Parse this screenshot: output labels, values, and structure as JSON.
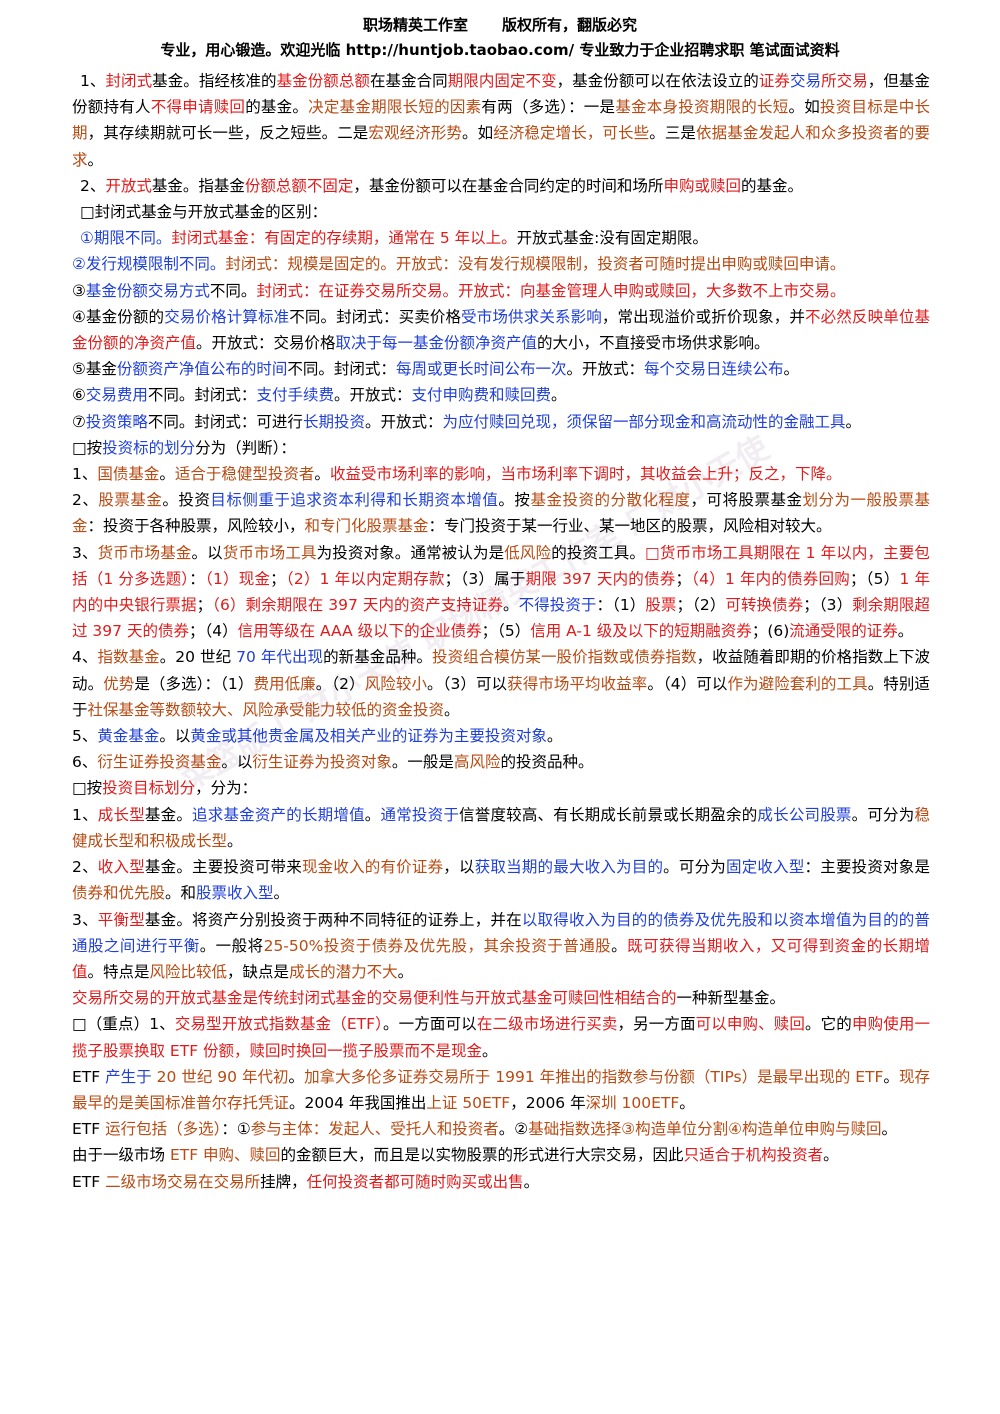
{
  "header": {
    "studio": "职场精英工作室",
    "copyright": "版权所有，翻版必究",
    "tagline": "专业，用心锻造。欢迎光临 http://huntjob.taobao.com/ 专业致力于企业招聘求职 笔试面试资料"
  },
  "watermark": "菜篮版 广财小天使 职场精英工作室 广财小天使",
  "paragraphs": [
    {
      "cls": "i1",
      "runs": [
        [
          "",
          "1、"
        ],
        [
          "r",
          "封闭式"
        ],
        [
          "",
          "基金。指经核准的"
        ],
        [
          "r",
          "基金份额总额"
        ],
        [
          "",
          "在基金合同"
        ],
        [
          "r",
          "期限内固定不变"
        ],
        [
          "",
          "，基金份额可以在依法设立的"
        ],
        [
          "r",
          "证券"
        ],
        [
          "b",
          "交易"
        ],
        [
          "r",
          "所交易"
        ],
        [
          "",
          "，但基金份额持有人"
        ],
        [
          "r",
          "不得申请赎回"
        ],
        [
          "",
          "的基金。"
        ],
        [
          "o",
          "决定基金期限长短的因素"
        ],
        [
          "",
          "有两（多选）：一是"
        ],
        [
          "o",
          "基金本身投资期限的长短"
        ],
        [
          "",
          "。如"
        ],
        [
          "o",
          "投资目标是中长期"
        ],
        [
          "",
          "，其存续期就可长一些，反之短些。二是"
        ],
        [
          "o",
          "宏观经济形势"
        ],
        [
          "",
          "。如"
        ],
        [
          "o",
          "经济稳定增长，可长些"
        ],
        [
          "",
          "。三是"
        ],
        [
          "o",
          "依据基金发起人和众多投资者的要求"
        ],
        [
          "",
          "。"
        ]
      ]
    },
    {
      "cls": "i1",
      "runs": [
        [
          "",
          "2、"
        ],
        [
          "r",
          "开放式"
        ],
        [
          "",
          "基金。指基金"
        ],
        [
          "r",
          "份额总额不固定"
        ],
        [
          "",
          "，基金份额可以在基金合同约定的时间和场所"
        ],
        [
          "r",
          "申购或赎回"
        ],
        [
          "",
          "的基金。"
        ]
      ]
    },
    {
      "cls": "i1",
      "runs": [
        [
          "",
          "□封闭式基金与开放式基金的区别："
        ]
      ]
    },
    {
      "cls": "i1",
      "runs": [
        [
          "b",
          "①期限不同。"
        ],
        [
          "r",
          "封闭式基金：有固定的存续期，通常在 5 年以上。"
        ],
        [
          "",
          "开放式基金:没有固定期限。"
        ]
      ]
    },
    {
      "cls": "",
      "runs": [
        [
          "b",
          "②发行规模限制不同。"
        ],
        [
          "o",
          "封闭式：规模是固定的。开放式：没有发行规模限制，投资者可随时提出申购或赎回申请。"
        ]
      ]
    },
    {
      "cls": "",
      "runs": [
        [
          "",
          "③"
        ],
        [
          "b",
          "基金份额交易方式"
        ],
        [
          "",
          "不同。"
        ],
        [
          "r",
          "封闭式：在证券交易所交易。开放式：向基金管理人申购或赎回，大多数不上市交易。"
        ]
      ]
    },
    {
      "cls": "",
      "runs": [
        [
          "",
          "④基金份额的"
        ],
        [
          "b",
          "交易价格计算标准"
        ],
        [
          "",
          "不同。封闭式：买卖价格"
        ],
        [
          "b",
          "受市场供求关系影响"
        ],
        [
          "",
          "，常出现溢价或折价现象，并"
        ],
        [
          "r",
          "不必然反映单位基金份额的净资产值"
        ],
        [
          "",
          "。开放式：交易价格"
        ],
        [
          "b",
          "取决于每一基金份额净资产值"
        ],
        [
          "",
          "的大小，不直接受市场供求影响。"
        ]
      ]
    },
    {
      "cls": "",
      "runs": [
        [
          "",
          "⑤基金"
        ],
        [
          "b",
          "份额资产净值公布的时间"
        ],
        [
          "",
          "不同。封闭式："
        ],
        [
          "b",
          "每周或更长时间公布一次"
        ],
        [
          "",
          "。开放式："
        ],
        [
          "b",
          "每个交易日连续公布"
        ],
        [
          "",
          "。"
        ]
      ]
    },
    {
      "cls": "",
      "runs": [
        [
          "",
          "⑥"
        ],
        [
          "b",
          "交易费用"
        ],
        [
          "",
          "不同。封闭式："
        ],
        [
          "b",
          "支付手续费"
        ],
        [
          "",
          "。开放式："
        ],
        [
          "b",
          "支付申购费和赎回费"
        ],
        [
          "",
          "。"
        ]
      ]
    },
    {
      "cls": "",
      "runs": [
        [
          "",
          "⑦"
        ],
        [
          "b",
          "投资策略"
        ],
        [
          "",
          "不同。封闭式：可进行"
        ],
        [
          "b",
          "长期投资"
        ],
        [
          "",
          "。开放式："
        ],
        [
          "b",
          "为应付赎回兑现，须保留一部分现金和高流动性的金融工具"
        ],
        [
          "",
          "。"
        ]
      ]
    },
    {
      "cls": "",
      "runs": [
        [
          "",
          "□按"
        ],
        [
          "b",
          "投资标的划分"
        ],
        [
          "",
          "分为（判断）："
        ]
      ]
    },
    {
      "cls": "",
      "runs": [
        [
          "",
          "1、"
        ],
        [
          "o",
          "国债基金"
        ],
        [
          "",
          "。"
        ],
        [
          "o",
          "适合于稳健型投资者"
        ],
        [
          "",
          "。"
        ],
        [
          "r",
          "收益受市场利率的影响，当市场利率下调时，其收益会上升；反之，下降。"
        ]
      ]
    },
    {
      "cls": "",
      "runs": [
        [
          "",
          "2、"
        ],
        [
          "o",
          "股票基金"
        ],
        [
          "",
          "。投资"
        ],
        [
          "b",
          "目标侧重于追求资本利得和长期资本增值"
        ],
        [
          "",
          "。按"
        ],
        [
          "o",
          "基金投资的分散化程度"
        ],
        [
          "",
          "，可将股票基金"
        ],
        [
          "o",
          "划分为一般股票基金"
        ],
        [
          "",
          "：投资于各种股票，风险较小，"
        ],
        [
          "o",
          "和专门化股票基金"
        ],
        [
          "",
          "：专门投资于某一行业、某一地区的股票，风险相对较大。"
        ]
      ]
    },
    {
      "cls": "",
      "runs": [
        [
          "",
          "3、"
        ],
        [
          "o",
          "货币市场基金"
        ],
        [
          "",
          "。以"
        ],
        [
          "o",
          "货币市场工具"
        ],
        [
          "",
          "为投资对象。通常被认为是"
        ],
        [
          "o",
          "低风险"
        ],
        [
          "",
          "的投资工具。"
        ],
        [
          "r",
          "□货币市场工具期限在 1 年以内，主要包括（1 分多选题）"
        ],
        [
          "",
          "："
        ],
        [
          "r",
          "（1）现金"
        ],
        [
          "",
          "；"
        ],
        [
          "r",
          "（2）1 年以内定期存款"
        ],
        [
          "",
          "；（3）属于"
        ],
        [
          "r",
          "期限 397 天内的债券"
        ],
        [
          "",
          "；"
        ],
        [
          "r",
          "（4）1 年内的债券回购"
        ],
        [
          "",
          "；（5）"
        ],
        [
          "r",
          "1 年内的中央银行票据"
        ],
        [
          "",
          "；"
        ],
        [
          "r",
          "（6）剩余期限在 397 天内的资产支持证券"
        ],
        [
          "",
          "。"
        ],
        [
          "b",
          "不得投资于"
        ],
        [
          "",
          "：（1）"
        ],
        [
          "r",
          "股票"
        ],
        [
          "",
          "；（2）"
        ],
        [
          "r",
          "可转换债券"
        ],
        [
          "",
          "；（3）"
        ],
        [
          "r",
          "剩余期限超过 397 天的债券"
        ],
        [
          "",
          "；（4）"
        ],
        [
          "r",
          "信用等级在 AAA 级以下的企业债券"
        ],
        [
          "",
          "；（5）"
        ],
        [
          "r",
          "信用 A-1 级及以下的短期融资券"
        ],
        [
          "",
          "；(6)"
        ],
        [
          "r",
          "流通受限的证券"
        ],
        [
          "",
          "。"
        ]
      ]
    },
    {
      "cls": "",
      "runs": [
        [
          "",
          "4、"
        ],
        [
          "o",
          "指数基金"
        ],
        [
          "",
          "。20 世纪 "
        ],
        [
          "b",
          "70 年代出现"
        ],
        [
          "",
          "的新基金品种。"
        ],
        [
          "o",
          "投资组合模仿某一股价指数或债券指数"
        ],
        [
          "",
          "，收益随着即期的价格指数上下波动。"
        ],
        [
          "o",
          "优势"
        ],
        [
          "",
          "是（多选）：（1）"
        ],
        [
          "o",
          "费用低廉"
        ],
        [
          "",
          "。（2）"
        ],
        [
          "o",
          "风险较小"
        ],
        [
          "",
          "。（3）可以"
        ],
        [
          "o",
          "获得市场平均收益率"
        ],
        [
          "",
          "。（4）可以"
        ],
        [
          "o",
          "作为避险套利的工具"
        ],
        [
          "",
          "。特别适于"
        ],
        [
          "o",
          "社保基金等数额较大、风险承受能力较低的资金投资"
        ],
        [
          "",
          "。"
        ]
      ]
    },
    {
      "cls": "",
      "runs": [
        [
          "",
          "5、"
        ],
        [
          "b",
          "黄金基金"
        ],
        [
          "",
          "。以"
        ],
        [
          "b",
          "黄金或其他贵金属及相关产业的证券为主要投资对象"
        ],
        [
          "",
          "。"
        ]
      ]
    },
    {
      "cls": "",
      "runs": [
        [
          "",
          "6、"
        ],
        [
          "o",
          "衍生证券投资基金"
        ],
        [
          "",
          "。以"
        ],
        [
          "o",
          "衍生证券为投资对象"
        ],
        [
          "",
          "。一般是"
        ],
        [
          "o",
          "高风险"
        ],
        [
          "",
          "的投资品种。"
        ]
      ]
    },
    {
      "cls": "",
      "runs": [
        [
          "",
          "□按"
        ],
        [
          "r",
          "投资目标划分"
        ],
        [
          "",
          "，分为："
        ]
      ]
    },
    {
      "cls": "",
      "runs": [
        [
          "",
          "1、"
        ],
        [
          "r",
          "成长型"
        ],
        [
          "",
          "基金。"
        ],
        [
          "b",
          "追求基金资产的长期增值"
        ],
        [
          "",
          "。"
        ],
        [
          "b",
          "通常投资于"
        ],
        [
          "",
          "信誉度较高、有长期成长前景或长期盈余的"
        ],
        [
          "b",
          "成长公司股票"
        ],
        [
          "",
          "。可分为"
        ],
        [
          "o",
          "稳健成长型和积极成长型"
        ],
        [
          "",
          "。"
        ]
      ]
    },
    {
      "cls": "",
      "runs": [
        [
          "",
          "2、"
        ],
        [
          "r",
          "收入型"
        ],
        [
          "",
          "基金。主要投资可带来"
        ],
        [
          "o",
          "现金收入的有价证券"
        ],
        [
          "",
          "，以"
        ],
        [
          "b",
          "获取当期的最大收入为目的"
        ],
        [
          "",
          "。可分为"
        ],
        [
          "b",
          "固定收入型"
        ],
        [
          "",
          "：主要投资对象是"
        ],
        [
          "o",
          "债券和优先股"
        ],
        [
          "",
          "。和"
        ],
        [
          "b",
          "股票收入型"
        ],
        [
          "",
          "。"
        ]
      ]
    },
    {
      "cls": "",
      "runs": [
        [
          "",
          "3、"
        ],
        [
          "r",
          "平衡型"
        ],
        [
          "",
          "基金。将资产分别投资于两种不同特征的证券上，并在"
        ],
        [
          "b",
          "以取得收入为目的的债券及优先股和以资本增值为目的的普通股之间进行平衡"
        ],
        [
          "",
          "。一般将"
        ],
        [
          "o",
          "25-50%投资于债券及优先股，其余投资于普通股"
        ],
        [
          "",
          "。"
        ],
        [
          "r",
          "既可获得当期收入，又可得到资金的长期增值"
        ],
        [
          "",
          "。特点是"
        ],
        [
          "o",
          "风险比较低"
        ],
        [
          "",
          "，缺点是"
        ],
        [
          "o",
          "成长的潜力不大"
        ],
        [
          "",
          "。"
        ]
      ]
    },
    {
      "cls": "",
      "runs": [
        [
          "r",
          "交易所交易的开放式基金是传统封闭式基金的交易便利性与开放式基金可赎回性相结合的"
        ],
        [
          "",
          "一种新型基金。"
        ]
      ]
    },
    {
      "cls": "",
      "runs": [
        [
          "",
          "□（重点）1、"
        ],
        [
          "r",
          "交易型开放式指数基金（ETF）"
        ],
        [
          "",
          "。一方面可以"
        ],
        [
          "r",
          "在二级市场进行买卖"
        ],
        [
          "",
          "，另一方面"
        ],
        [
          "r",
          "可以申购、赎回"
        ],
        [
          "",
          "。它的"
        ],
        [
          "r",
          "申购使用一揽子股票换取 ETF 份额，赎回时换回一揽子股票而不是现金"
        ],
        [
          "",
          "。"
        ]
      ]
    },
    {
      "cls": "",
      "runs": [
        [
          "",
          "ETF "
        ],
        [
          "b",
          "产生于"
        ],
        [
          "o",
          " 20 世纪 90 年代初"
        ],
        [
          "",
          "。"
        ],
        [
          "o",
          "加拿大多伦多证券交易所于 1991 年推出的指数参与份额（TIPs）是最早出现的 ETF"
        ],
        [
          "",
          "。"
        ],
        [
          "o",
          "现存最早的是美国标准普尔存托凭证"
        ],
        [
          "",
          "。2004 年我国推出"
        ],
        [
          "o",
          "上证 50ETF"
        ],
        [
          "",
          "，2006 年"
        ],
        [
          "o",
          "深圳 100ETF"
        ],
        [
          "",
          "。"
        ]
      ]
    },
    {
      "cls": "",
      "runs": [
        [
          "",
          "ETF "
        ],
        [
          "o",
          "运行包括（多选）"
        ],
        [
          "",
          "：①"
        ],
        [
          "o",
          "参与主体：发起人、受托人和投资者"
        ],
        [
          "",
          "。②"
        ],
        [
          "o",
          "基础指数选择③构造单位分割④构造单位申购与赎回"
        ],
        [
          "",
          "。"
        ]
      ]
    },
    {
      "cls": "",
      "runs": [
        [
          "",
          "由于一级市场 "
        ],
        [
          "o",
          "ETF 申购、赎回"
        ],
        [
          "",
          "的金额巨大，而且是以实物股票的形式进行大宗交易，因此"
        ],
        [
          "r",
          "只适合于机构投资者"
        ],
        [
          "",
          "。"
        ]
      ]
    },
    {
      "cls": "",
      "runs": [
        [
          "",
          "ETF "
        ],
        [
          "o",
          "二级市场交易在交易所"
        ],
        [
          "",
          "挂牌，"
        ],
        [
          "r",
          "任何投资者都可随时购买或出售"
        ],
        [
          "",
          "。"
        ]
      ]
    }
  ]
}
